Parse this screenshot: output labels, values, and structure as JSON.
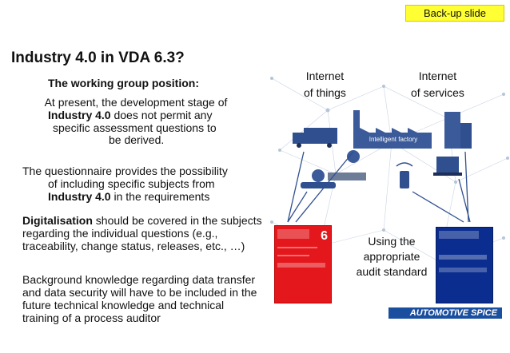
{
  "badge": "Back-up slide",
  "title": "Industry 4.0 in VDA 6.3?",
  "p1": {
    "heading": "The working group position:",
    "lines": [
      "At present, the development stage of",
      "Industry 4.0",
      " does not permit any",
      "specific assessment questions to",
      "be derived."
    ]
  },
  "p2": {
    "lines": [
      "The questionnaire provides the possibility",
      "of including specific subjects from",
      "Industry 4.0",
      " in the requirements"
    ]
  },
  "p3": {
    "bold": "Digitalisation",
    "rest": " should be covered in the subjects regarding the individual questions (e.g., traceability, change status, releases, etc., …)"
  },
  "p4": "Background knowledge regarding data transfer and data security will have to be included in the future technical knowledge and technical training of a process auditor",
  "graphic": {
    "internet_things_1": "Internet",
    "internet_things_2": "of things",
    "internet_services_1": "Internet",
    "internet_services_2": "of services",
    "factory_label": "Intelligent factory",
    "using_1": "Using the",
    "using_2": "appropriate",
    "using_3": "audit standard",
    "red_booklet_number": "6",
    "automotive_spice": "AUTOMOTIVE SPICE"
  },
  "colors": {
    "badge_bg": "#ffff33",
    "factory_blue": "#3a5a9a",
    "arrow_blue": "#2f4f8f",
    "red_booklet": "#e3171c",
    "blue_booklet": "#0b2d8f"
  }
}
